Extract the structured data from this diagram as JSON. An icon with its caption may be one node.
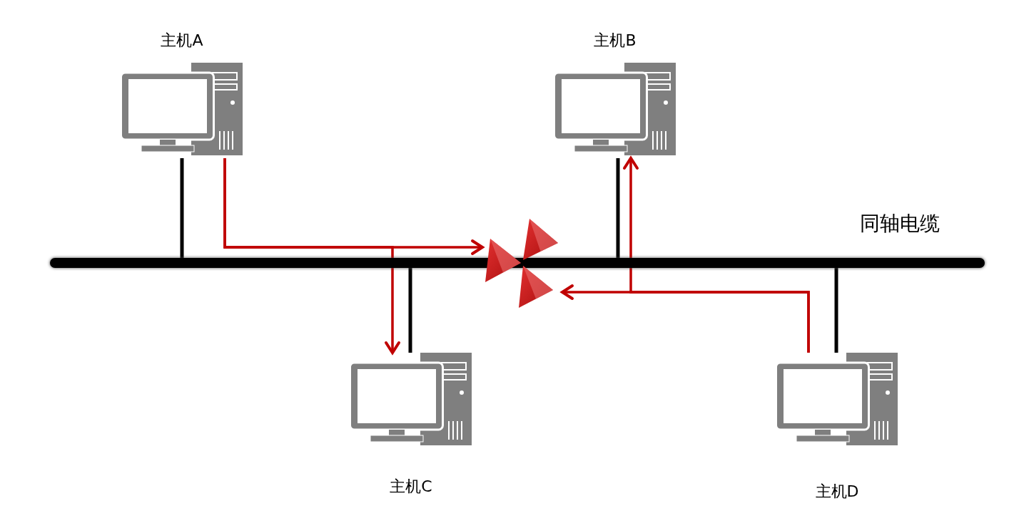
{
  "diagram": {
    "nodes": [
      {
        "text": [
          "主机A"
        ]
      },
      {
        "text": [
          "主机B"
        ]
      },
      {
        "text": [
          "主机C"
        ]
      },
      {
        "text": [
          "主机D"
        ]
      },
      {
        "text": [],
        "shape": "bar",
        "beside": [
          "同轴电缆"
        ]
      },
      {
        "text": [],
        "shape": "picture"
      }
    ],
    "edges": [
      {
        "from": 0,
        "to": 4,
        "arrow": "none"
      },
      {
        "from": 1,
        "to": 4,
        "arrow": "none"
      },
      {
        "from": 2,
        "to": 4,
        "arrow": "none"
      },
      {
        "from": 3,
        "to": 4,
        "arrow": "none"
      },
      {
        "from": 0,
        "to": 5,
        "arrow": "to",
        "color": "#c00000"
      },
      {
        "from": 0,
        "to": 2,
        "arrow": "to",
        "color": "#c00000"
      },
      {
        "from": 3,
        "to": 5,
        "arrow": "to",
        "color": "#c00000"
      },
      {
        "from": 3,
        "to": 1,
        "arrow": "to",
        "color": "#c00000"
      }
    ]
  }
}
